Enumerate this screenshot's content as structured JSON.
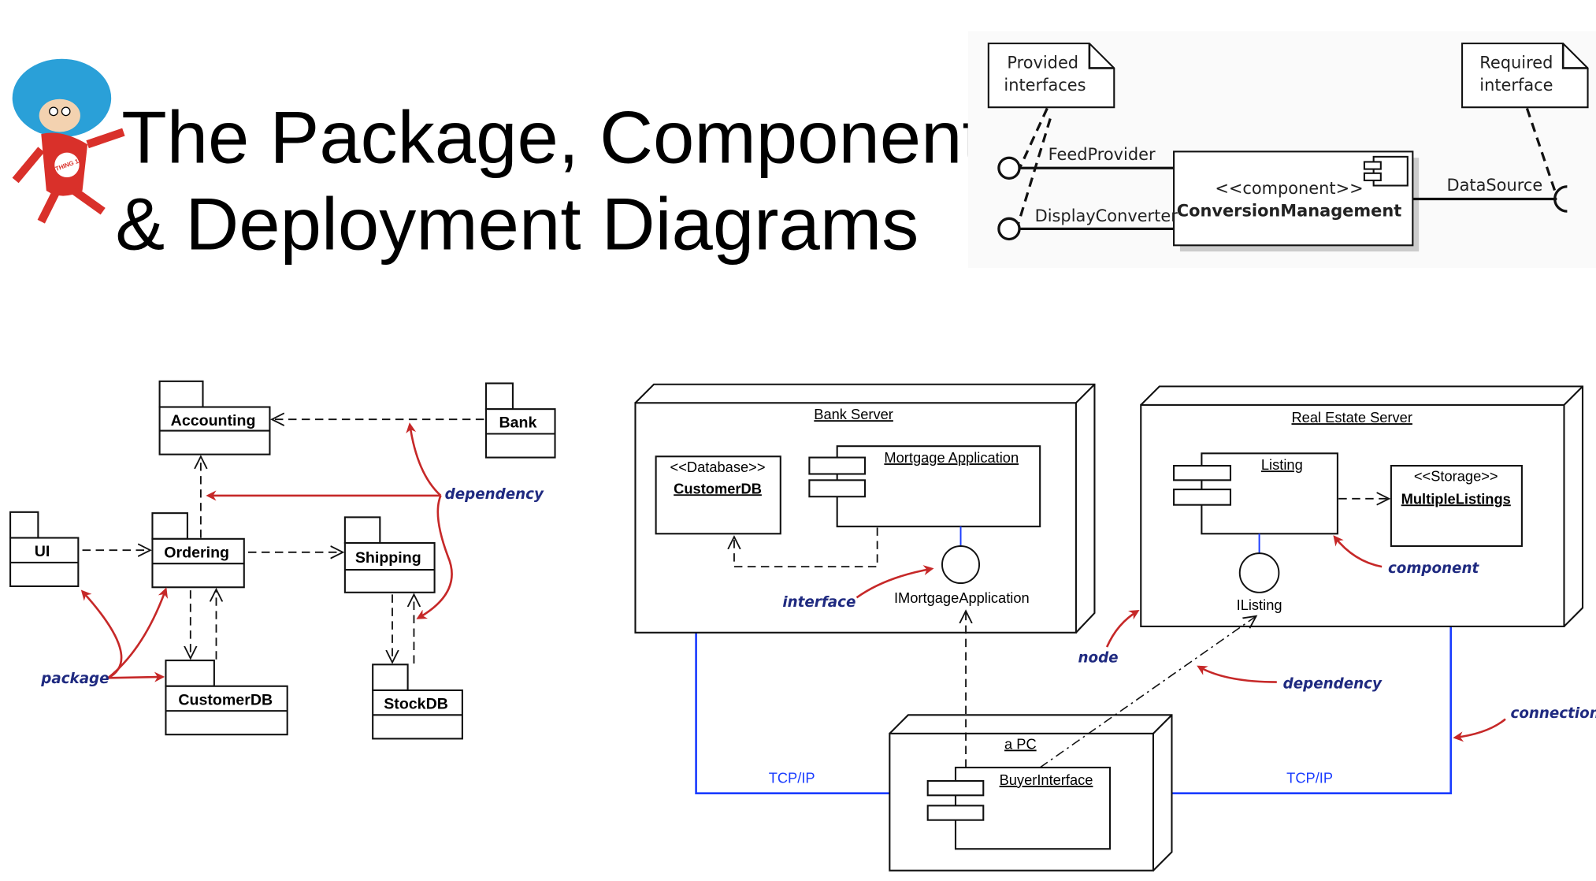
{
  "slide": {
    "title_line1": "The Package, Component",
    "title_line2": "& Deployment Diagrams",
    "mascot_icon": "thing-one-character",
    "mascot_shirt_text": "THING 1"
  },
  "component_diagram": {
    "note_provided": [
      "Provided",
      "interfaces"
    ],
    "note_required": [
      "Required",
      "interface"
    ],
    "provided_interfaces": [
      "FeedProvider",
      "DisplayConverter"
    ],
    "required_interface": "DataSource",
    "stereotype": "<<component>>",
    "component_name": "ConversionManagement"
  },
  "package_diagram": {
    "packages": [
      "Accounting",
      "Bank",
      "UI",
      "Ordering",
      "Shipping",
      "CustomerDB",
      "StockDB"
    ],
    "annotations": {
      "dependency": "dependency",
      "package": "package"
    }
  },
  "deployment_diagram": {
    "bank_server": {
      "label": "Bank Server",
      "database_stereotype": "<<Database>>",
      "database_name": "CustomerDB",
      "component": "Mortgage Application",
      "interface": "IMortgageApplication"
    },
    "real_estate_server": {
      "label": "Real Estate Server",
      "component": "Listing",
      "storage_stereotype": "<<Storage>>",
      "storage_name": "MultipleListings",
      "interface": "IListing"
    },
    "pc": {
      "label": "a PC",
      "component": "BuyerInterface"
    },
    "connections": [
      "TCP/IP",
      "TCP/IP"
    ],
    "annotations": {
      "interface": "interface",
      "component": "component",
      "node": "node",
      "dependency": "dependency",
      "connection": "connection"
    },
    "colors": {
      "connection": "#1a3cff",
      "annotation_arrow": "#c62828",
      "annotation_text": "#1f2a80"
    }
  }
}
